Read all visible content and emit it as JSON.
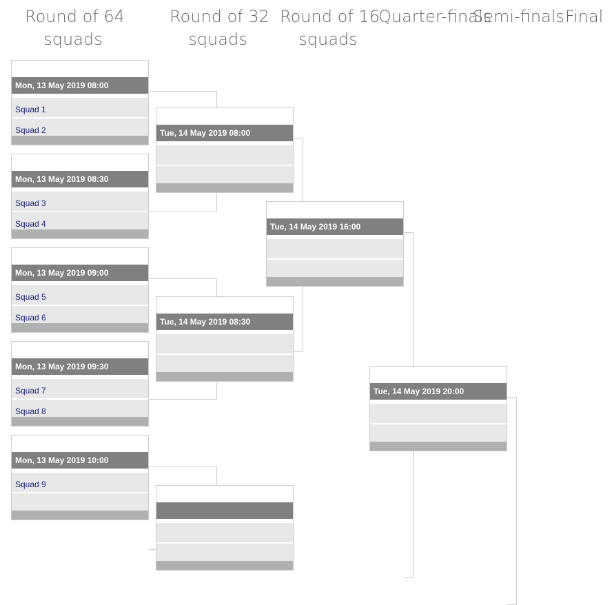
{
  "rounds": [
    {
      "line1": "Round of 64",
      "line2": "squads"
    },
    {
      "line1": "Round of 32",
      "line2": "squads"
    },
    {
      "line1": "Round of 16",
      "line2": "squads"
    },
    {
      "line1": "Quarter-finals",
      "line2": ""
    },
    {
      "line1": "Semi-finals",
      "line2": ""
    },
    {
      "line1": "Final",
      "line2": ""
    }
  ],
  "r64": [
    {
      "date": "Mon, 13 May 2019 08:00",
      "team1": "Squad 1",
      "team2": "Squad 2"
    },
    {
      "date": "Mon, 13 May 2019 08:30",
      "team1": "Squad 3",
      "team2": "Squad 4"
    },
    {
      "date": "Mon, 13 May 2019 09:00",
      "team1": "Squad 5",
      "team2": "Squad 6"
    },
    {
      "date": "Mon, 13 May 2019 09:30",
      "team1": "Squad 7",
      "team2": "Squad 8"
    },
    {
      "date": "Mon, 13 May 2019 10:00",
      "team1": "Squad 9",
      "team2": ""
    }
  ],
  "r32": [
    {
      "date": "Tue, 14 May 2019 08:00",
      "team1": "",
      "team2": ""
    },
    {
      "date": "Tue, 14 May 2019 08:30",
      "team1": "",
      "team2": ""
    },
    {
      "date": "",
      "team1": "",
      "team2": ""
    }
  ],
  "r16": [
    {
      "date": "Tue, 14 May 2019 16:00",
      "team1": "",
      "team2": ""
    }
  ],
  "qf": [
    {
      "date": "Tue, 14 May 2019 20:00",
      "team1": "",
      "team2": ""
    }
  ]
}
